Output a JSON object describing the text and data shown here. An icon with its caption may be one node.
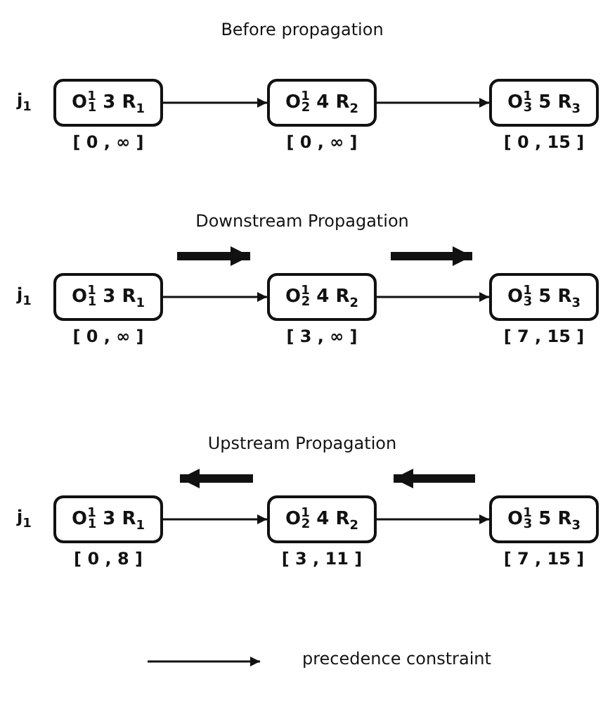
{
  "diagram": {
    "nodes": [
      {
        "text": [
          "O$^{1}$$_{1}$ 3 R$_{1}$"
        ],
        "beside": [
          "[ 0 , ∞ ]"
        ]
      },
      {
        "text": [
          "O$^{1}$$_{2}$ 4 R$_{2}$"
        ],
        "beside": [
          "[ 0 , ∞ ]"
        ]
      },
      {
        "text": [
          "O$^{1}$$_{3}$ 5 R$_{3}$"
        ],
        "beside": [
          "[ 0 , 15 ]"
        ]
      },
      {
        "text": [
          "O$^{1}$$_{1}$ 3 R$_{1}$"
        ],
        "beside": [
          "[ 0 , ∞ ]"
        ]
      },
      {
        "text": [
          "O$^{1}$$_{2}$ 4 R$_{2}$"
        ],
        "beside": [
          "[ 3 , ∞ ]"
        ]
      },
      {
        "text": [
          "O$^{1}$$_{3}$ 5 R$_{3}$"
        ],
        "beside": [
          "[ 7 , 15 ]"
        ]
      },
      {
        "text": [
          "O$^{1}$$_{1}$ 3 R$_{1}$"
        ],
        "beside": [
          "[ 0 , 8 ]"
        ]
      },
      {
        "text": [
          "O$^{1}$$_{2}$ 4 R$_{2}$"
        ],
        "beside": [
          "[ 3 , 11 ]"
        ]
      },
      {
        "text": [
          "O$^{1}$$_{3}$ 5 R$_{3}$"
        ],
        "beside": [
          "[ 7 , 15 ]"
        ]
      }
    ],
    "edges": [
      {
        "from": 0,
        "to": 1,
        "arrow": "to"
      },
      {
        "from": 1,
        "to": 2,
        "arrow": "to"
      },
      {
        "from": 3,
        "to": 4,
        "arrow": "to"
      },
      {
        "from": 4,
        "to": 5,
        "arrow": "to"
      },
      {
        "from": 6,
        "to": 7,
        "arrow": "to"
      },
      {
        "from": 7,
        "to": 8,
        "arrow": "to"
      },
      {
        "from": 3,
        "to": 4,
        "arrow": "to",
        "style": "thick"
      },
      {
        "from": 4,
        "to": 5,
        "arrow": "to",
        "style": "thick"
      },
      {
        "from": 7,
        "to": 6,
        "arrow": "to",
        "style": "thick"
      },
      {
        "from": 8,
        "to": 7,
        "arrow": "to",
        "style": "thick"
      }
    ],
    "labels": [
      "Before propagation",
      "j$_{1}$",
      "Downstream Propagation",
      "j$_{1}$",
      "Upstream Propagation",
      "j$_{1}$"
    ],
    "legend": [
      {
        "text": "precedence constraint"
      }
    ]
  }
}
